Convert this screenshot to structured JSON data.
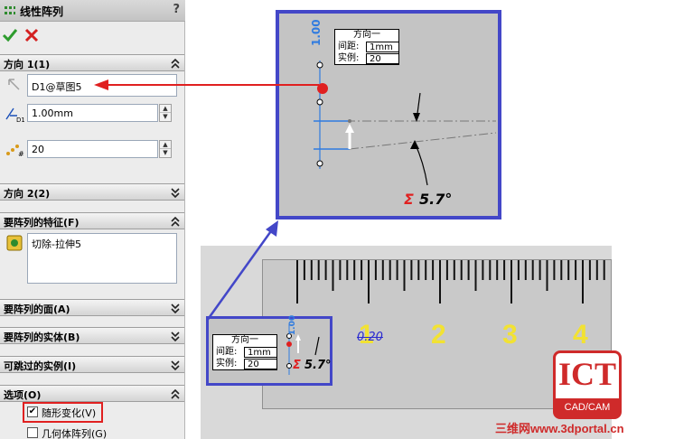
{
  "panel": {
    "title": "线性阵列",
    "help": "?",
    "direction1": {
      "header": "方向 1(1)",
      "reference": "D1@草图5",
      "spacing": "1.00mm",
      "instances": "20"
    },
    "direction2": {
      "header": "方向 2(2)"
    },
    "features": {
      "header": "要阵列的特征(F)",
      "items": [
        "切除-拉伸5"
      ]
    },
    "faces": {
      "header": "要阵列的面(A)"
    },
    "bodies": {
      "header": "要阵列的实体(B)"
    },
    "skip": {
      "header": "可跳过的实例(I)"
    },
    "options": {
      "header": "选项(O)",
      "vary_sketch": {
        "label": "随形变化(V)",
        "checked": true
      },
      "geometry_pattern": {
        "label": "几何体阵列(G)",
        "checked": false
      }
    }
  },
  "zoom": {
    "callout": {
      "title": "方向一",
      "spacing_label": "间距:",
      "spacing_value": "1mm",
      "instances_label": "实例:",
      "instances_value": "20"
    },
    "dim_vertical": "1.00",
    "angle": "5.7°",
    "sigma": "Σ"
  },
  "small": {
    "callout": {
      "title": "方向一",
      "spacing_label": "间距:",
      "spacing_value": "1mm",
      "instances_label": "实例:",
      "instances_value": "20"
    },
    "dim_vertical": "1.00",
    "angle": "5.7°",
    "sigma": "Σ"
  },
  "ruler": {
    "labels": [
      "1",
      "2",
      "3",
      "4"
    ],
    "overlay_dim": "0.20"
  },
  "logo": {
    "big": "ICT",
    "sub": "CAD/CAM"
  },
  "watermark": "三维网www.3dportal.cn",
  "colors": {
    "frame": "#4347c8",
    "arrow": "#e02020",
    "ruler_text": "#f2e233",
    "dim_blue": "#2f7be0"
  }
}
